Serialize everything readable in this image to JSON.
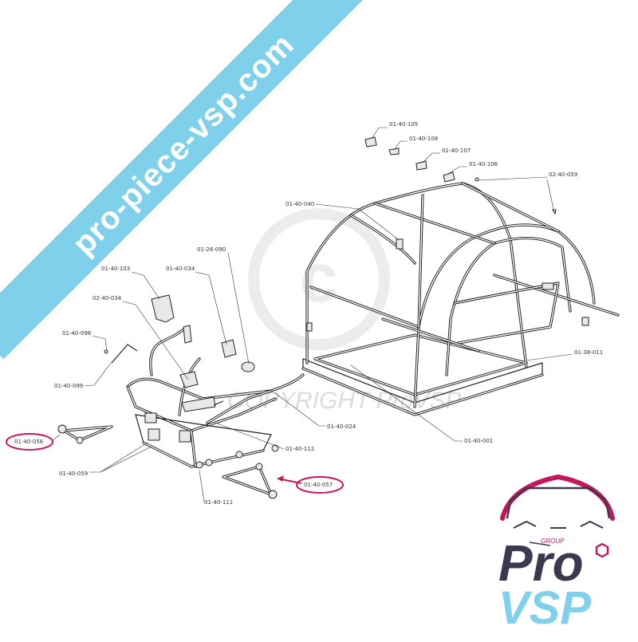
{
  "watermark": {
    "site": "pro-piece-vsp.com",
    "copyright": "COPYRIGHT ProVSP"
  },
  "logo": {
    "group": "GROUP",
    "pro": "Pro",
    "vsp": "VSP",
    "pink": "#c2185b",
    "blue": "#7fd0ea",
    "dark": "#3a3950"
  },
  "parts": {
    "p105": "01-40-105",
    "p108": "01-40-108",
    "p107": "01-40-107",
    "p106": "01-40-106",
    "p059b": "02-40-059",
    "p040": "01-40-040",
    "p090": "01-26-090",
    "p103": "01-40-103",
    "p034a": "01-40-034",
    "p034b": "02-40-034",
    "p098": "01-40-098",
    "p099": "01-40-099",
    "p011": "01-38-011",
    "p056": "01-40-056",
    "p024": "01-40-024",
    "p112": "01-40-112",
    "p001": "01-40-001",
    "p059a": "01-40-059",
    "p057": "01-40-057",
    "p111": "01-40-111"
  },
  "highlight_color": "#c2185b"
}
